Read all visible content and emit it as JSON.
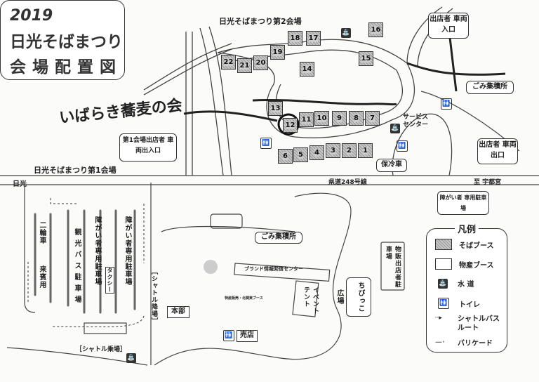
{
  "title": {
    "year": "2019",
    "line1": "日光そばまつり",
    "line2": "会場配置図"
  },
  "venue2_label": "日光そばまつり第2会場",
  "venue1_label": "日光そばまつり第1会場",
  "highlight": {
    "label": "いばらき蕎麦の会",
    "booth": "12"
  },
  "soba_booths": [
    "22",
    "21",
    "20",
    "19",
    "18",
    "17",
    "16",
    "15",
    "14",
    "13",
    "12",
    "11",
    "10",
    "9",
    "8",
    "7",
    "6",
    "5",
    "4",
    "3",
    "2",
    "1"
  ],
  "labels": {
    "venue1_vehicle_entrance": "第1会場出店者 車両出入口",
    "nikko": "日光",
    "route248": "県道248号線",
    "to_utsunomiya": "至 宇都宮",
    "vendor_entrance": "出店者 車両入口",
    "garbage_top": "ごみ集積所",
    "vendor_exit": "出店者 車両出口",
    "service_center": "サービスセンター",
    "refrigerator_truck": "保冷車",
    "accessible_parking_right": "障がい者 専用駐車場",
    "garbage_bottom": "ごみ集積所",
    "brand_center": "ブランド情報発信センター",
    "special_booths": "特産販売・北関東ブース",
    "event_tent": "イベントテント",
    "kids_plaza": "ちびっこ広場",
    "vendor_parking": "物販出店者駐車場",
    "headquarters": "本部",
    "shop": "売店",
    "shuttle_drop": "［シャトル降場］",
    "shuttle_board": "［シャトル乗場］",
    "two_wheel": "二輪車",
    "guest": "来賓用",
    "tour_bus": "観光バス駐車場",
    "accessible_parking_1": "障がい者専用駐車場",
    "taxi": "タクシー",
    "accessible_parking_2": "障がい者専用駐車場"
  },
  "legend": {
    "title": "凡例",
    "items": [
      {
        "icon": "soba-booth-swatch",
        "label": "そばブース"
      },
      {
        "icon": "product-booth-swatch",
        "label": "物産ブース"
      },
      {
        "icon": "water-tap-icon",
        "label": "水 道"
      },
      {
        "icon": "toilet-icon",
        "label": "トイレ"
      },
      {
        "icon": "dashed-arrow-icon",
        "label": "シャトルバスルート"
      },
      {
        "icon": "dash-dot-line-icon",
        "label": "バリケード"
      }
    ]
  }
}
